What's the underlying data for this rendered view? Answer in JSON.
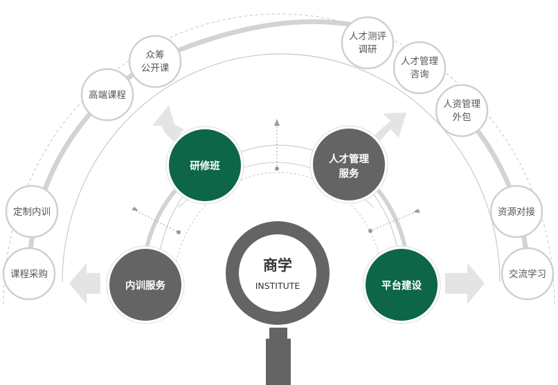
{
  "colors": {
    "green": "#0d6647",
    "dark_gray": "#646464",
    "light_gray": "#cfcfcf",
    "arrow_gray": "#e4e4e4"
  },
  "center": {
    "title": "商学",
    "subtitle": "INSTITUTE"
  },
  "core": {
    "research_class": "研修班",
    "talent_service": [
      "人才管理",
      "服务"
    ],
    "internal_training": "内训服务",
    "platform_building": "平台建设"
  },
  "outer_nodes": {
    "course_purchase": [
      "课程采购"
    ],
    "custom_training": [
      "定制内训"
    ],
    "premium_course": [
      "高端课程"
    ],
    "crowdfunding_course": [
      "众筹",
      "公开课"
    ],
    "talent_assessment": [
      "人才测评",
      "调研"
    ],
    "talent_consulting": [
      "人才管理",
      "咨询"
    ],
    "hr_outsourcing": [
      "人资管理",
      "外包"
    ],
    "resource_docking": [
      "资源对接"
    ],
    "exchange_learning": [
      "交流学习"
    ]
  }
}
